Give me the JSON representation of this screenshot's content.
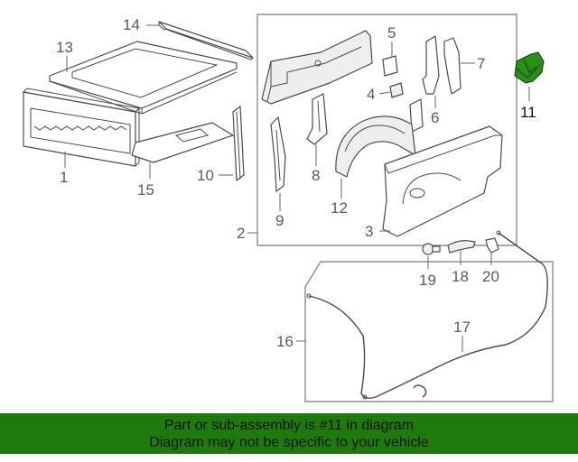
{
  "callouts": {
    "c1": "1",
    "c2": "2",
    "c3": "3",
    "c4": "4",
    "c5": "5",
    "c6": "6",
    "c7": "7",
    "c8": "8",
    "c9": "9",
    "c10": "10",
    "c11": "11",
    "c12": "12",
    "c13": "13",
    "c14": "14",
    "c15": "15",
    "c16": "16",
    "c17": "17",
    "c18": "18",
    "c19": "19",
    "c20": "20"
  },
  "highlight": {
    "part": "11",
    "color": "#2a8f12"
  },
  "banner": {
    "line1": "Part or sub-assembly is #11 in diagram",
    "line2": "Diagram may not be specific to your vehicle",
    "background": "#1f7a0c"
  }
}
